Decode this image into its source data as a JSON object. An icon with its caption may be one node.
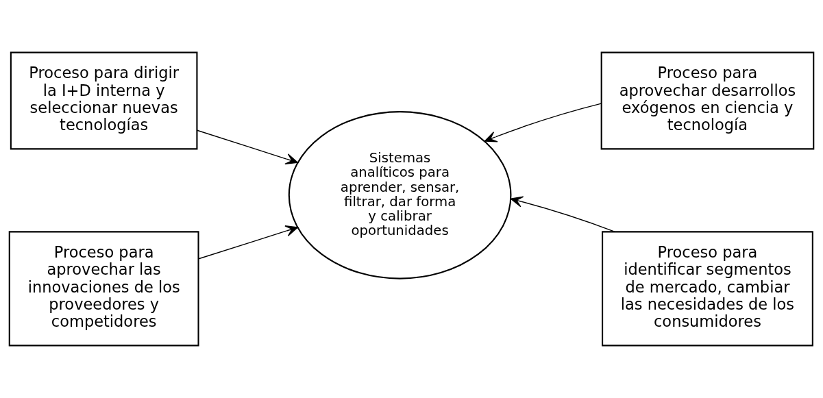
{
  "diagram": {
    "nodes": [
      {
        "text": [
          "Proceso para dirigir la I+D interna y seleccionar nuevas tecnologías"
        ]
      },
      {
        "text": [
          "Proceso para aprovechar desarrollos exógenos en ciencia y tecnología"
        ]
      },
      {
        "text": [
          "Sistemas analíticos para aprender, sensar, filtrar, dar forma y calibrar oportunidades"
        ]
      },
      {
        "text": [
          "Proceso para aprovechar las innovaciones de los proveedores y competidores"
        ]
      },
      {
        "text": [
          "Proceso para identificar segmentos de mercado, cambiar las necesidades de los consumidores"
        ]
      }
    ],
    "edges": [
      {
        "from": 0,
        "to": 2,
        "arrow": "to"
      },
      {
        "from": 1,
        "to": 2,
        "arrow": "to"
      },
      {
        "from": 3,
        "to": 2,
        "arrow": "to"
      },
      {
        "from": 4,
        "to": 2,
        "arrow": "to"
      }
    ]
  }
}
